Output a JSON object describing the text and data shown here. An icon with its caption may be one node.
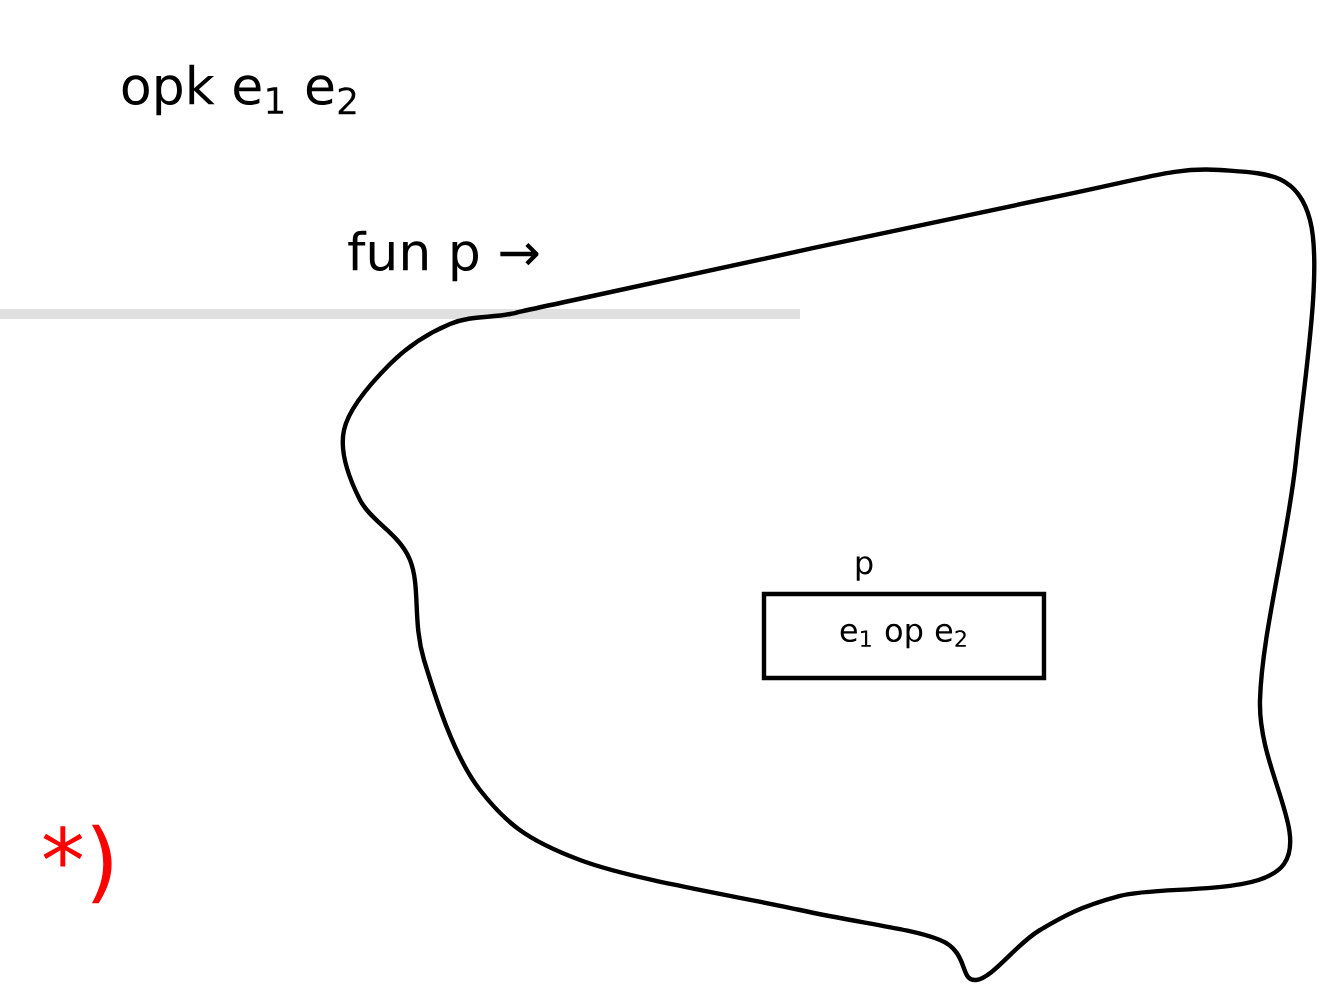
{
  "diagram": {
    "nodes": [
      {
        "text": [
          "fun p →"
        ]
      },
      {
        "text": [
          "e$_{1}$ op e$_{2}$"
        ],
        "in": 0,
        "beside": [
          "p"
        ]
      }
    ],
    "labels": [
      "opk e$_{1}$ e$_{2}$",
      "*)"
    ]
  }
}
